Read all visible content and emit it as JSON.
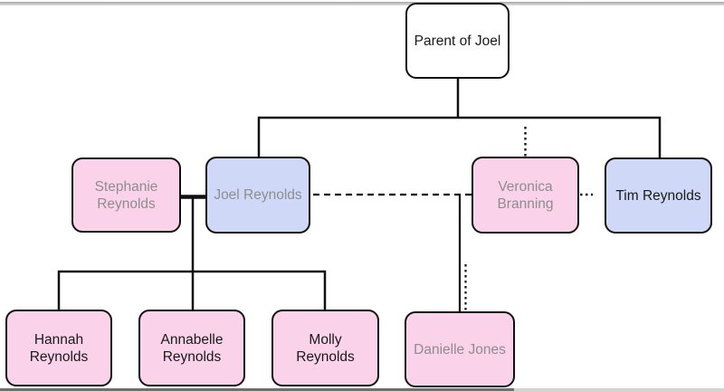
{
  "page": {
    "background": "#ffffff",
    "top_edge_color": "#a6a6a6",
    "bottom_edge_dark": "#6f6f6f",
    "bottom_edge_light": "#d3d3d3"
  },
  "diagram": {
    "type": "family-tree",
    "node_border_color": "#101010",
    "line_color": "#101010",
    "fills": {
      "pink": "#fad2ea",
      "lavender": "#cfd9f7",
      "white": "#ffffff"
    },
    "text_colors": {
      "black": "#1a1a1a",
      "gray": "#8e8e8e"
    },
    "nodes": {
      "parent": {
        "label": "Parent of Joel",
        "fill": "#ffffff",
        "text_color": "#1a1a1a"
      },
      "stephanie": {
        "label": "Stephanie Reynolds",
        "fill": "#fad2ea",
        "text_color": "#8e8e8e"
      },
      "joel": {
        "label": "Joel Reynolds",
        "fill": "#cfd9f7",
        "text_color": "#8e8e8e"
      },
      "veronica": {
        "label": "Veronica Branning",
        "fill": "#fad2ea",
        "text_color": "#8e8e8e"
      },
      "tim": {
        "label": "Tim Reynolds",
        "fill": "#cfd9f7",
        "text_color": "#1a1a1a"
      },
      "hannah": {
        "label": "Hannah Reynolds",
        "fill": "#fad2ea",
        "text_color": "#1a1a1a"
      },
      "annabelle": {
        "label": "Annabelle Reynolds",
        "fill": "#fad2ea",
        "text_color": "#1a1a1a"
      },
      "molly": {
        "label": "Molly Reynolds",
        "fill": "#fad2ea",
        "text_color": "#1a1a1a"
      },
      "danielle": {
        "label": "Danielle Jones",
        "fill": "#fad2ea",
        "text_color": "#8e8e8e"
      }
    },
    "edges": [
      {
        "from": "parent",
        "to": "joel",
        "style": "solid"
      },
      {
        "from": "parent",
        "to": "tim",
        "style": "solid"
      },
      {
        "from": "parent",
        "to": "veronica",
        "style": "dotted"
      },
      {
        "from": "stephanie",
        "to": "joel",
        "style": "thick-solid"
      },
      {
        "from": "stephanie+joel",
        "to": "hannah",
        "style": "solid"
      },
      {
        "from": "stephanie+joel",
        "to": "annabelle",
        "style": "solid"
      },
      {
        "from": "stephanie+joel",
        "to": "molly",
        "style": "solid"
      },
      {
        "from": "joel",
        "to": "veronica",
        "style": "dashed"
      },
      {
        "from": "joel+veronica",
        "to": "danielle",
        "style": "solid"
      },
      {
        "from": "joel+veronica",
        "to": "danielle",
        "style": "dotted"
      },
      {
        "from": "veronica",
        "to": "tim",
        "style": "dotted"
      }
    ]
  }
}
